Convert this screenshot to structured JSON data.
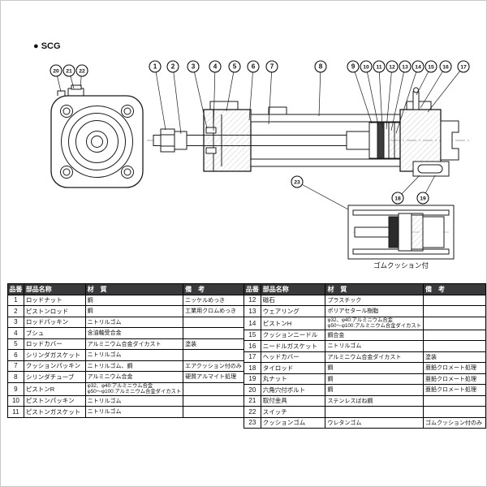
{
  "drawing": {
    "series_label": "● SCG",
    "detail_caption": "ゴムクッション付",
    "callouts": [
      "20",
      "21",
      "22",
      "1",
      "2",
      "3",
      "4",
      "5",
      "6",
      "7",
      "8",
      "9",
      "10",
      "11",
      "12",
      "13",
      "14",
      "15",
      "16",
      "17",
      "23",
      "18",
      "19"
    ]
  },
  "table": {
    "headers": {
      "no": "品番",
      "name": "部品名称",
      "material": "材　質",
      "remark": "備　考"
    },
    "left_rows": [
      {
        "no": "1",
        "name": "ロッドナット",
        "material": "鋼",
        "remark": "ニッケルめっき"
      },
      {
        "no": "2",
        "name": "ピストンロッド",
        "material": "鋼",
        "remark": "工業用クロムめっき"
      },
      {
        "no": "3",
        "name": "ロッドパッキン",
        "material": "ニトリルゴム",
        "remark": ""
      },
      {
        "no": "4",
        "name": "ブシュ",
        "material": "含油軸受合金",
        "remark": ""
      },
      {
        "no": "5",
        "name": "ロッドカバー",
        "material": "アルミニウム合金ダイカスト",
        "remark": "塗装"
      },
      {
        "no": "6",
        "name": "シリンダガスケット",
        "material": "ニトリルゴム",
        "remark": ""
      },
      {
        "no": "7",
        "name": "クッションパッキン",
        "material": "ニトリルゴム、鋼",
        "remark": "エアクッション付のみ"
      },
      {
        "no": "8",
        "name": "シリンダチューブ",
        "material": "アルミニウム合金",
        "remark": "硬質アルマイト処理"
      },
      {
        "no": "9",
        "name": "ピストンR",
        "material": "φ32、φ40:アルミニウム合金",
        "material2": "φ50〜φ100:アルミニウム合金ダイカスト",
        "remark": ""
      },
      {
        "no": "10",
        "name": "ピストンパッキン",
        "material": "ニトリルゴム",
        "remark": ""
      },
      {
        "no": "11",
        "name": "ピストンガスケット",
        "material": "ニトリルゴム",
        "remark": ""
      }
    ],
    "right_rows": [
      {
        "no": "12",
        "name": "磁石",
        "material": "プラスチック",
        "remark": ""
      },
      {
        "no": "13",
        "name": "ウェアリング",
        "material": "ポリアセタール樹脂",
        "remark": ""
      },
      {
        "no": "14",
        "name": "ピストンH",
        "material": "φ32、φ40:アルミニウム合金",
        "material2": "φ50〜φ100:アルミニウム合金ダイカスト",
        "remark": ""
      },
      {
        "no": "15",
        "name": "クッションニードル",
        "material": "鋼合金",
        "remark": ""
      },
      {
        "no": "16",
        "name": "ニードルガスケット",
        "material": "ニトリルゴム",
        "remark": ""
      },
      {
        "no": "17",
        "name": "ヘッドカバー",
        "material": "アルミニウム合金ダイカスト",
        "remark": "塗装"
      },
      {
        "no": "18",
        "name": "タイロッド",
        "material": "鋼",
        "remark": "亜鉛クロメート処理"
      },
      {
        "no": "19",
        "name": "丸ナット",
        "material": "鋼",
        "remark": "亜鉛クロメート処理"
      },
      {
        "no": "20",
        "name": "六角穴付ボルト",
        "material": "鋼",
        "remark": "亜鉛クロメート処理"
      },
      {
        "no": "21",
        "name": "取付金具",
        "material": "ステンレスばね鋼",
        "remark": ""
      },
      {
        "no": "22",
        "name": "スイッチ",
        "material": "",
        "remark": ""
      },
      {
        "no": "23",
        "name": "クッションゴム",
        "material": "ウレタンゴム",
        "remark": "ゴムクッション付のみ"
      }
    ]
  }
}
